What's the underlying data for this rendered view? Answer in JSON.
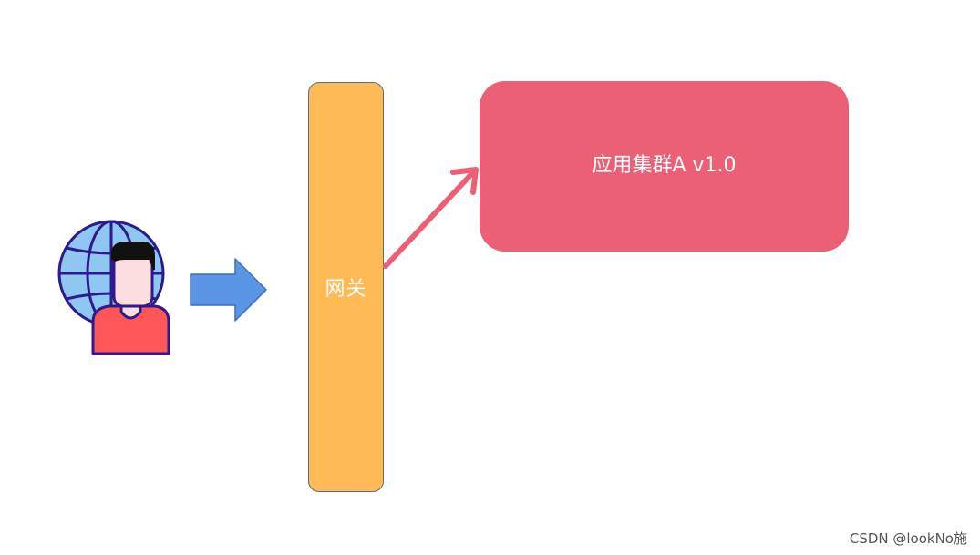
{
  "diagram": {
    "gateway": {
      "label": "网关"
    },
    "cluster": {
      "label": "应用集群A v1.0"
    },
    "user": {
      "icon": "user-globe-icon"
    },
    "flow_arrow": {
      "icon": "right-arrow-icon"
    },
    "route_arrow": {
      "icon": "diagonal-arrow-icon"
    }
  },
  "colors": {
    "gateway": "#FFBA55",
    "cluster": "#EC6075",
    "flow_arrow": "#5B95E6",
    "route_arrow": "#EC6075",
    "globe": "#8EC8F2",
    "shirt": "#FF5757",
    "skin": "#FCDDE0"
  },
  "watermark": "CSDN @lookNo施"
}
